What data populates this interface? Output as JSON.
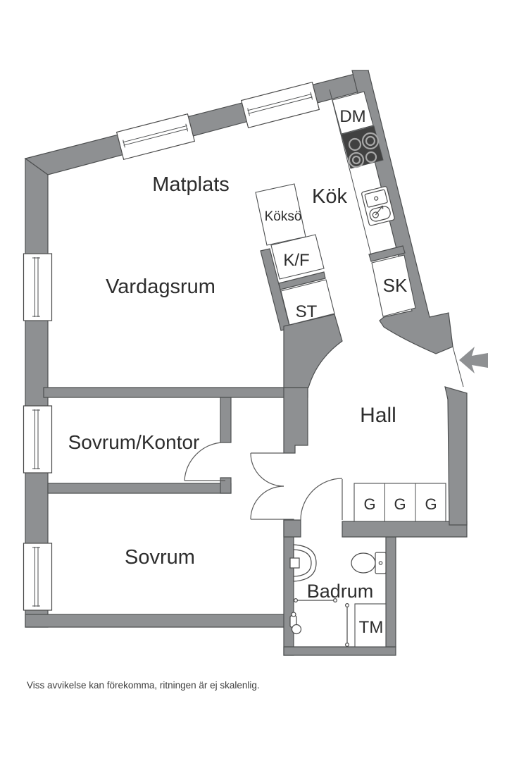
{
  "rooms": {
    "dining": "Matplats",
    "kitchen": "Kök",
    "living": "Vardagsrum",
    "hall": "Hall",
    "bedroom_office": "Sovrum/Kontor",
    "bedroom": "Sovrum",
    "bathroom": "Badrum"
  },
  "fixtures": {
    "dishwasher": "DM",
    "kitchen_island": "Köksö",
    "fridge_freezer": "K/F",
    "cleaning_closet": "ST",
    "closet": "SK",
    "washing_machine": "TM"
  },
  "wardrobes": [
    "G",
    "G",
    "G"
  ],
  "disclaimer": "Viss avvikelse kan förekomma, ritningen är ej skalenlig.",
  "colors": {
    "wall": "#8e9092",
    "outline": "#4d4f50",
    "text": "#2d2d2d",
    "stove": "#414141",
    "background": "#ffffff"
  }
}
